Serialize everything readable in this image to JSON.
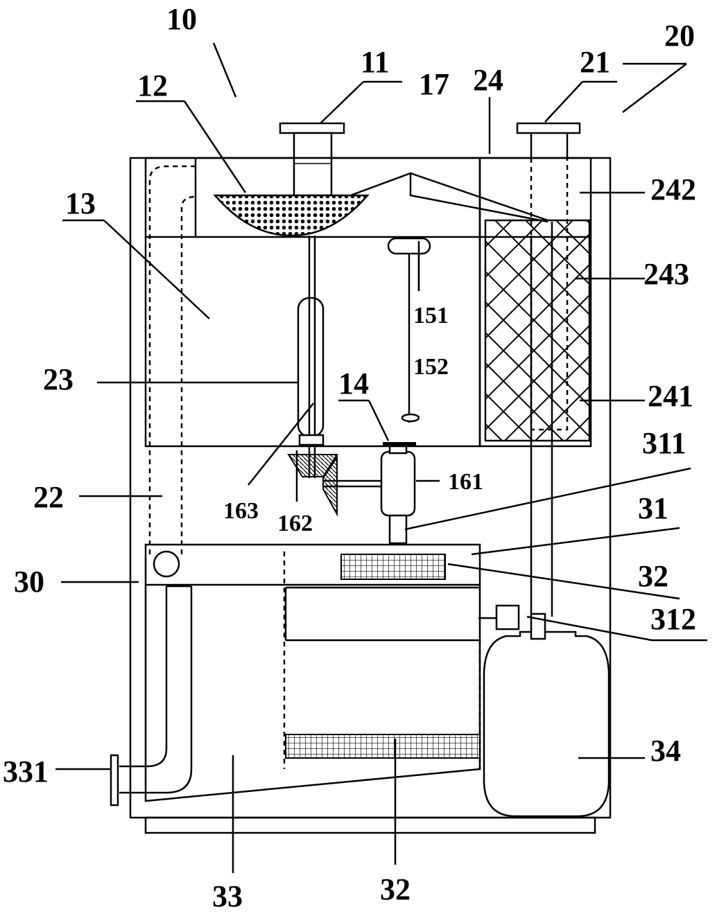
{
  "labels": {
    "l10": "10",
    "l11": "11",
    "l12": "12",
    "l13": "13",
    "l14": "14",
    "l151": "151",
    "l152": "152",
    "l161": "161",
    "l162": "162",
    "l163": "163",
    "l17": "17",
    "l20": "20",
    "l21": "21",
    "l22": "22",
    "l23": "23",
    "l24": "24",
    "l241": "241",
    "l242": "242",
    "l243": "243",
    "l30": "30",
    "l31": "31",
    "l311": "311",
    "l312": "312",
    "l32a": "32",
    "l32b": "32",
    "l33": "33",
    "l331": "331",
    "l34": "34"
  }
}
